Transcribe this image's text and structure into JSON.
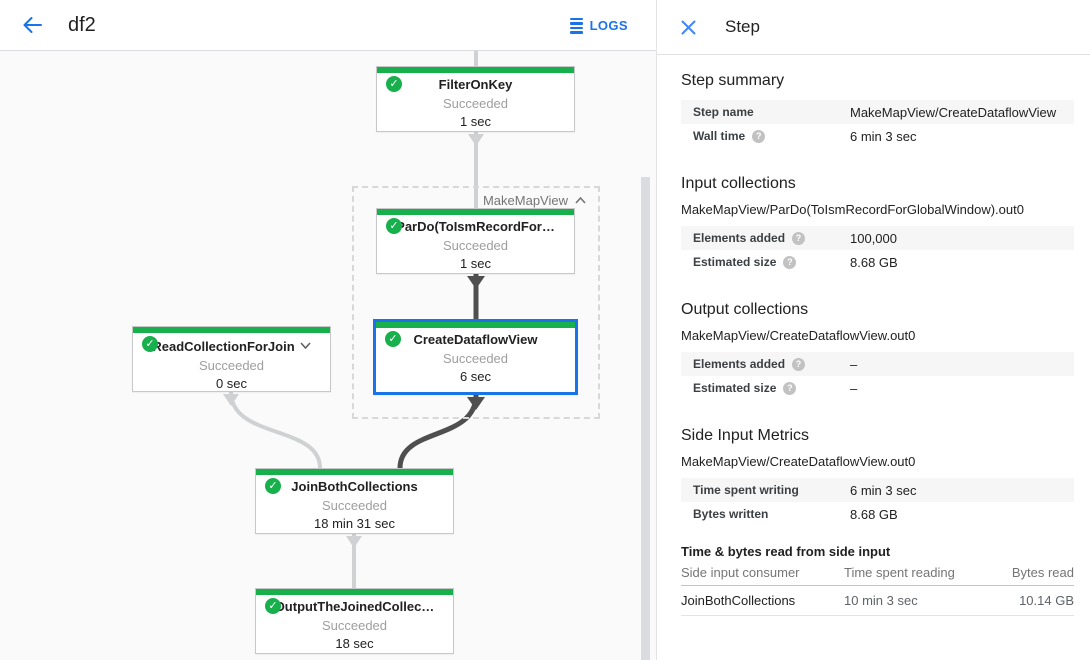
{
  "header": {
    "title": "df2",
    "logs_label": "LOGS"
  },
  "icons": {
    "success_check": "✓",
    "help_glyph": "?"
  },
  "graph": {
    "group": {
      "label": "MakeMapView"
    },
    "colors": {
      "success_green": "#17b04c",
      "selected_blue": "#1a73e8",
      "edge_light": "#cfd1d2",
      "edge_dark": "#4f4f4f"
    },
    "nodes": [
      {
        "title": "FilterOnKey",
        "status": "Succeeded",
        "time": "1 sec"
      },
      {
        "title": "ParDo(ToIsmRecordFor…",
        "status": "Succeeded",
        "time": "1 sec"
      },
      {
        "title": "CreateDataflowView",
        "status": "Succeeded",
        "time": "6 sec"
      },
      {
        "title": "ReadCollectionForJoin",
        "status": "Succeeded",
        "time": "0 sec"
      },
      {
        "title": "JoinBothCollections",
        "status": "Succeeded",
        "time": "18 min 31 sec"
      },
      {
        "title": "OutputTheJoinedCollec…",
        "status": "Succeeded",
        "time": "18 sec"
      }
    ]
  },
  "panel": {
    "title": "Step",
    "step_summary": {
      "heading": "Step summary",
      "rows": [
        {
          "label": "Step name",
          "value": "MakeMapView/CreateDataflowView"
        },
        {
          "label": "Wall time",
          "value": "6 min 3 sec"
        }
      ]
    },
    "input_collections": {
      "heading": "Input collections",
      "collection": "MakeMapView/ParDo(ToIsmRecordForGlobalWindow).out0",
      "rows": [
        {
          "label": "Elements added",
          "value": "100,000"
        },
        {
          "label": "Estimated size",
          "value": "8.68 GB"
        }
      ]
    },
    "output_collections": {
      "heading": "Output collections",
      "collection": "MakeMapView/CreateDataflowView.out0",
      "rows": [
        {
          "label": "Elements added",
          "value": "–"
        },
        {
          "label": "Estimated size",
          "value": "–"
        }
      ]
    },
    "side_input_metrics": {
      "heading": "Side Input Metrics",
      "collection": "MakeMapView/CreateDataflowView.out0",
      "rows": [
        {
          "label": "Time spent writing",
          "value": "6 min 3 sec"
        },
        {
          "label": "Bytes written",
          "value": "8.68 GB"
        }
      ]
    },
    "side_input_table": {
      "heading": "Time & bytes read from side input",
      "columns": [
        "Side input consumer",
        "Time spent reading",
        "Bytes read"
      ],
      "rows": [
        {
          "consumer": "JoinBothCollections",
          "time": "10 min 3 sec",
          "bytes": "10.14 GB"
        }
      ]
    }
  }
}
